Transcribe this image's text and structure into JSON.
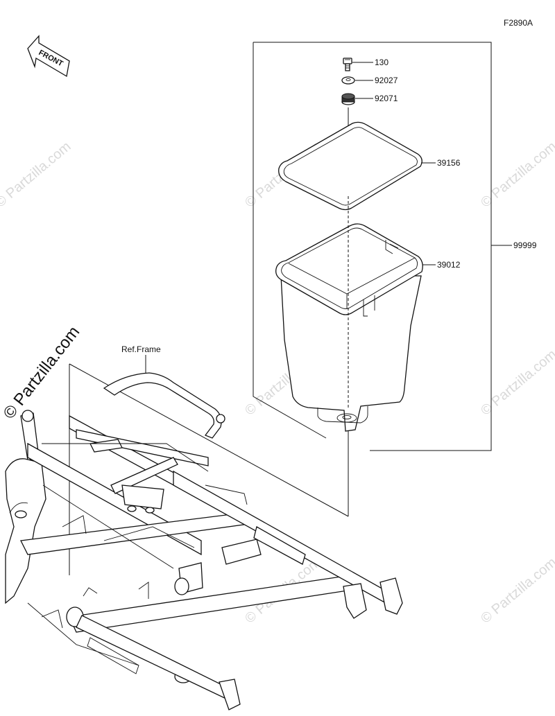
{
  "diagram": {
    "figure_code": "F2890A",
    "front_label": "FRONT",
    "ref_label": "Ref.Frame",
    "watermark": "© Partzilla.com",
    "parts": [
      {
        "id": "bolt",
        "number": "130"
      },
      {
        "id": "washer",
        "number": "92027"
      },
      {
        "id": "grommet",
        "number": "92071"
      },
      {
        "id": "seal",
        "number": "39156"
      },
      {
        "id": "box",
        "number": "39012"
      },
      {
        "id": "assembly",
        "number": "99999"
      }
    ]
  }
}
